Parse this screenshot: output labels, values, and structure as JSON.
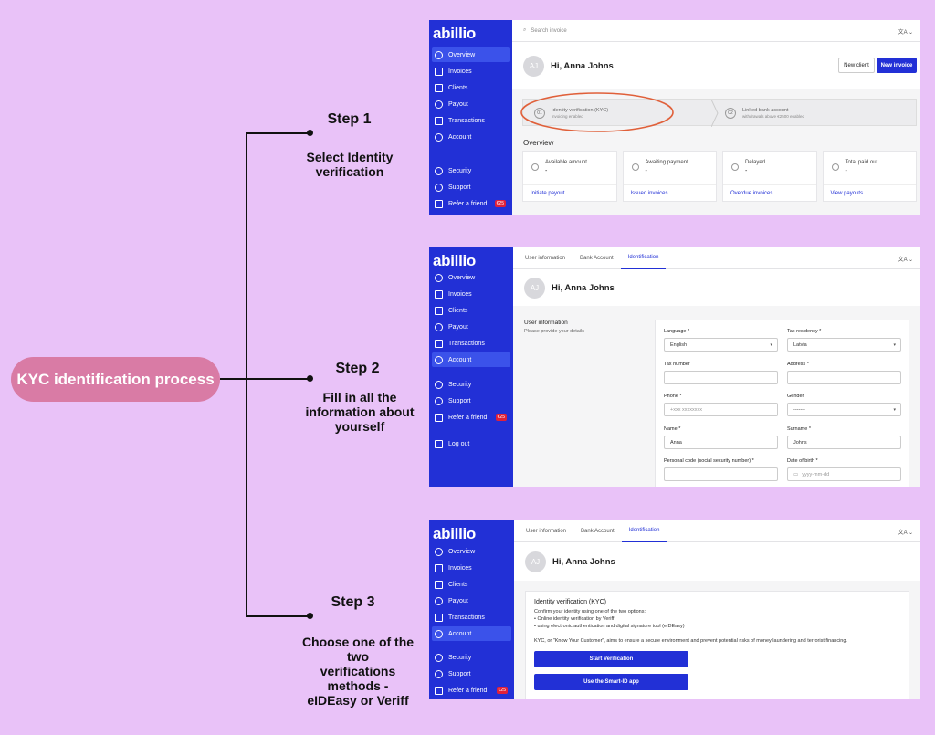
{
  "diagram": {
    "root_label": "KYC identification process",
    "steps": [
      {
        "title": "Step 1",
        "desc": [
          "Select Identity",
          "verification"
        ]
      },
      {
        "title": "Step 2",
        "desc": [
          "Fill in all the",
          "information about",
          "yourself"
        ]
      },
      {
        "title": "Step 3",
        "desc": [
          "Choose one of the",
          "two",
          "verifications",
          "methods -",
          "eIDEasy or Veriff"
        ]
      }
    ]
  },
  "app": {
    "logo": "abillio",
    "greeting": "Hi, Anna Johns",
    "avatar_initials": "AJ",
    "lang_label": "文A ⌄"
  },
  "panel1": {
    "nav": [
      {
        "label": "Overview",
        "icon": "home-icon"
      },
      {
        "label": "Invoices",
        "icon": "invoice-icon"
      },
      {
        "label": "Clients",
        "icon": "clients-icon"
      },
      {
        "label": "Payout",
        "icon": "euro-icon"
      },
      {
        "label": "Transactions",
        "icon": "arrows-icon"
      },
      {
        "label": "Account",
        "icon": "user-icon"
      }
    ],
    "nav_bottom": [
      {
        "label": "Security",
        "icon": "shield-icon"
      },
      {
        "label": "Support",
        "icon": "help-icon"
      },
      {
        "label": "Refer a friend",
        "icon": "gift-icon",
        "badge": "€25"
      }
    ],
    "search_placeholder": "Search invoice",
    "new_client": "New client",
    "new_invoice": "New invoice",
    "kyc_steps": [
      {
        "num": "01",
        "title": "Identity verification (KYC)",
        "sub": "invoicing enabled"
      },
      {
        "num": "02",
        "title": "Linked bank account",
        "sub": "withdrawals above €2500 enabled"
      }
    ],
    "overview_title": "Overview",
    "cards": [
      {
        "label": "Available amount",
        "value": "-",
        "link": "Initiate payout"
      },
      {
        "label": "Awaiting payment",
        "value": "-",
        "link": "Issued invoices"
      },
      {
        "label": "Delayed",
        "value": "-",
        "link": "Overdue invoices"
      },
      {
        "label": "Total paid out",
        "value": "-",
        "link": "View payouts"
      }
    ]
  },
  "panel2": {
    "nav": [
      "Overview",
      "Invoices",
      "Clients",
      "Payout",
      "Transactions",
      "Account"
    ],
    "nav_bottom": [
      "Security",
      "Support",
      "Refer a friend"
    ],
    "badge": "€25",
    "logout": "Log out",
    "tabs": [
      "User information",
      "Bank Account",
      "Identification"
    ],
    "section_title": "User information",
    "section_sub": "Please provide your details",
    "fields": {
      "language_label": "Language *",
      "language_value": "English",
      "tax_residency_label": "Tax residency *",
      "tax_residency_value": "Latvia",
      "tax_number_label": "Tax number",
      "address_label": "Address *",
      "phone_label": "Phone *",
      "phone_placeholder": "+xxx xxxxxxxx",
      "gender_label": "Gender",
      "gender_value": "-------",
      "name_label": "Name *",
      "name_value": "Anna",
      "surname_label": "Surname *",
      "surname_value": "Johns",
      "personal_code_label": "Personal code (social security number) *",
      "dob_label": "Date of birth *",
      "dob_placeholder": "yyyy-mm-dd"
    }
  },
  "panel3": {
    "nav": [
      "Overview",
      "Invoices",
      "Clients",
      "Payout",
      "Transactions",
      "Account"
    ],
    "nav_bottom": [
      "Security",
      "Support",
      "Refer a friend"
    ],
    "badge": "€25",
    "tabs": [
      "User information",
      "Bank Account",
      "Identification"
    ],
    "kyc_title": "Identity verification (KYC)",
    "kyc_intro": "Confirm your identity using one of the two options:",
    "kyc_options": [
      "• Online identity verification by Veriff",
      "• using electronic authentication and digital signature tool (eIDEasy)"
    ],
    "kyc_note": "KYC, or \"Know Your Customer\", aims to ensure a secure environment and prevent potential risks of money laundering and terrorist financing.",
    "start_btn": "Start Verification",
    "smartid_btn": "Use the Smart-ID app"
  },
  "colors": {
    "background": "#e9c2f8",
    "pill": "#d97ba5",
    "sidebar": "#2230d6",
    "highlight_ring": "#e0603a"
  }
}
